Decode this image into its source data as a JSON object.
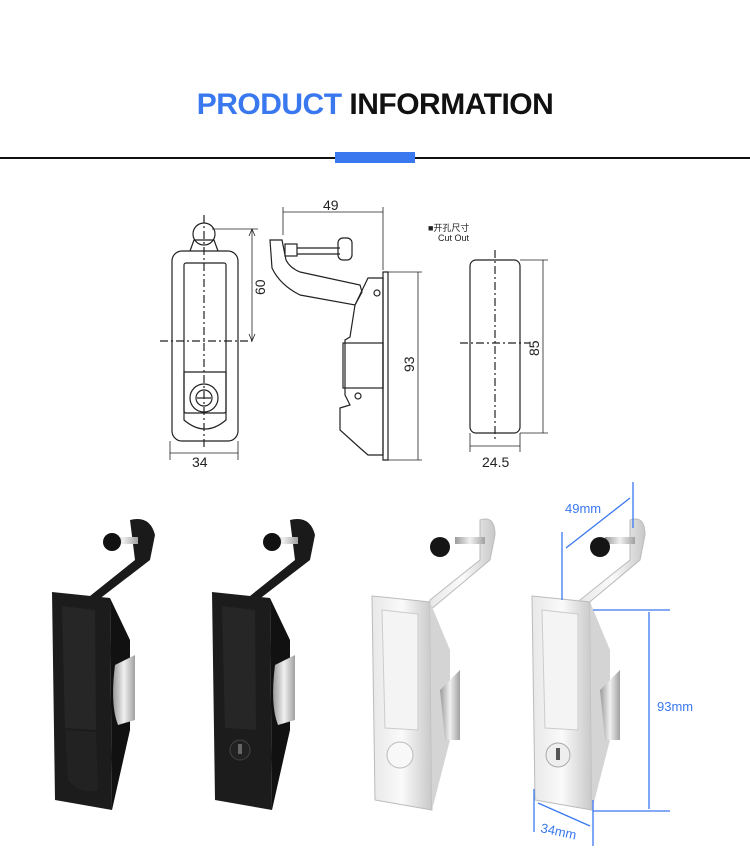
{
  "header": {
    "title_part1": "PRODUCT",
    "title_part2": "INFORMATION",
    "accent_color": "#3a78f0"
  },
  "technical_drawing": {
    "front_view": {
      "width_label": "34",
      "height_label": "60"
    },
    "side_view": {
      "depth_label": "49",
      "height_label": "93"
    },
    "cutout": {
      "title_cn": "■开孔尺寸",
      "title_en": "Cut Out",
      "width_label": "24.5",
      "height_label": "85"
    }
  },
  "product_photos": {
    "items": [
      {
        "finish": "black",
        "variant": "push-button"
      },
      {
        "finish": "black",
        "variant": "key-lock"
      },
      {
        "finish": "chrome",
        "variant": "push-button"
      },
      {
        "finish": "chrome",
        "variant": "key-lock"
      }
    ],
    "dimensions": {
      "depth": "49mm",
      "height": "93mm",
      "width": "34mm"
    },
    "dimension_color": "#3a78f0"
  }
}
